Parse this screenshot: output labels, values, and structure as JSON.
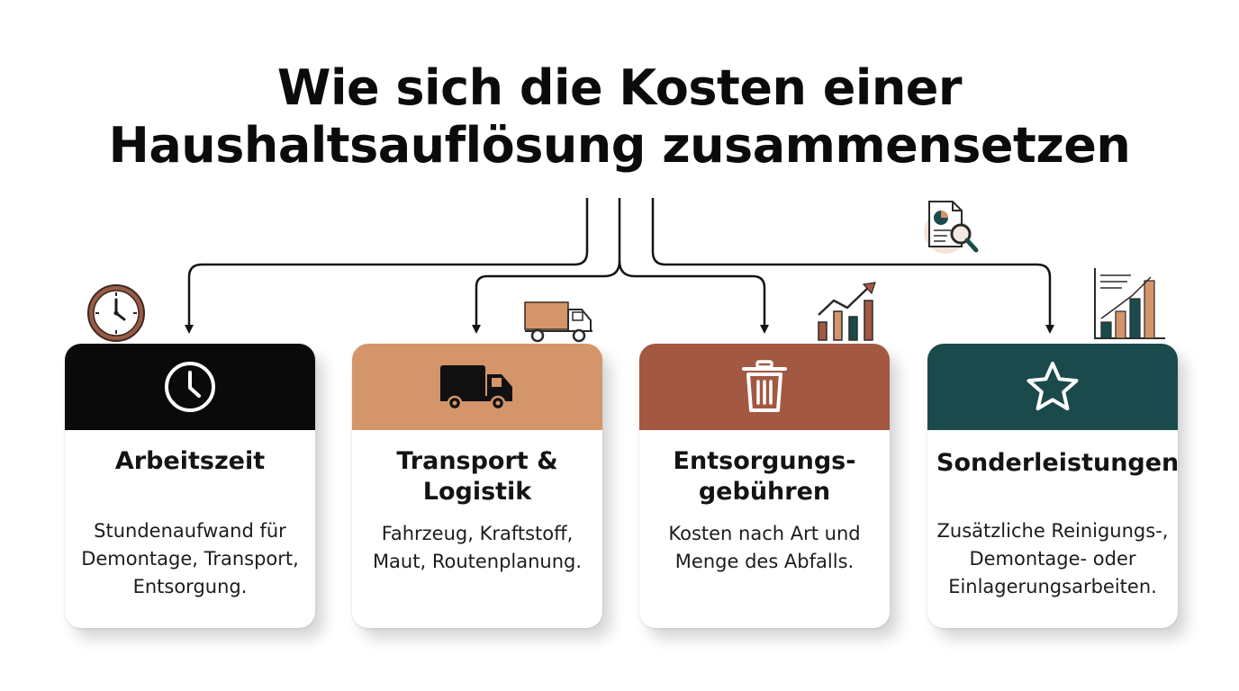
{
  "title": {
    "line1": "Wie sich die Kosten einer",
    "line2": "Haushaltsauflösung zusammensetzen"
  },
  "colors": {
    "card1": "#0a0a0a",
    "card2": "#d4956a",
    "card3": "#a35842",
    "card4": "#1b4a4c",
    "connector": "#141414"
  },
  "cards": [
    {
      "title_lines": [
        "Arbeitszeit"
      ],
      "desc_lines": [
        "Stundenaufwand für",
        "Demontage, Transport,",
        "Entsorgung."
      ],
      "icon": "clock-icon",
      "decor_icon": "wall-clock-icon"
    },
    {
      "title_lines": [
        "Transport &",
        "Logistik"
      ],
      "desc_lines": [
        "Fahrzeug, Kraftstoff,",
        "Maut, Routenplanung."
      ],
      "icon": "truck-icon",
      "decor_icon": "delivery-truck-icon"
    },
    {
      "title_lines": [
        "Entsorgungs-",
        "gebühren"
      ],
      "desc_lines": [
        "Kosten nach Art und",
        "Menge des Abfalls."
      ],
      "icon": "trash-icon",
      "decor_icon": "rising-bar-chart-icon"
    },
    {
      "title_lines": [
        "Sonderleistungen"
      ],
      "desc_lines": [
        "Zusätzliche Reinigungs-,",
        "Demontage- oder",
        "Einlagerungsarbeiten."
      ],
      "icon": "star-icon",
      "decor_icon": "bar-chart-icon"
    }
  ],
  "extra_decor_icon": "document-magnifier-icon"
}
